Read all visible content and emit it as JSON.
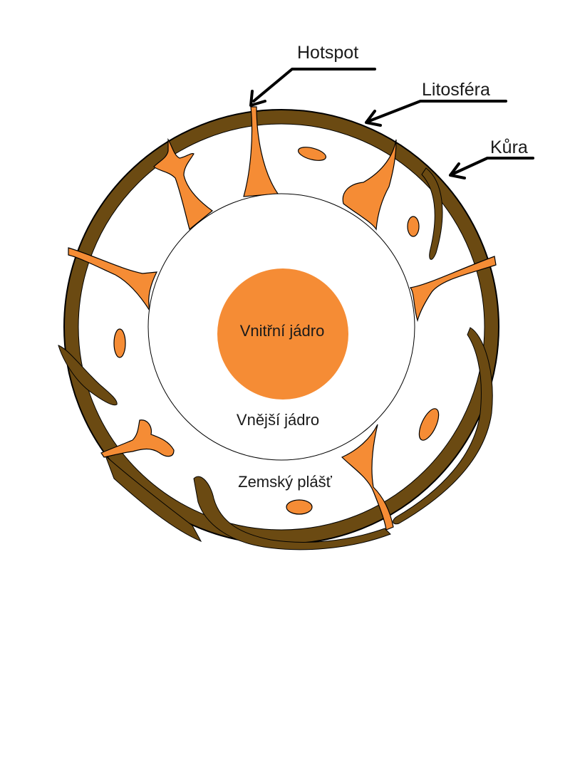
{
  "labels": {
    "hotspot": "Hotspot",
    "litosfera": "Litosféra",
    "kura": "Kůra",
    "inner_core": "Vnitřní jádro",
    "outer_core": "Vnější jádro",
    "mantle": "Zemský plášť"
  },
  "colors": {
    "crust": "#6b4a12",
    "magma": "#f58c35",
    "core": "#f58c35",
    "outline": "#000000",
    "background": "#ffffff"
  }
}
